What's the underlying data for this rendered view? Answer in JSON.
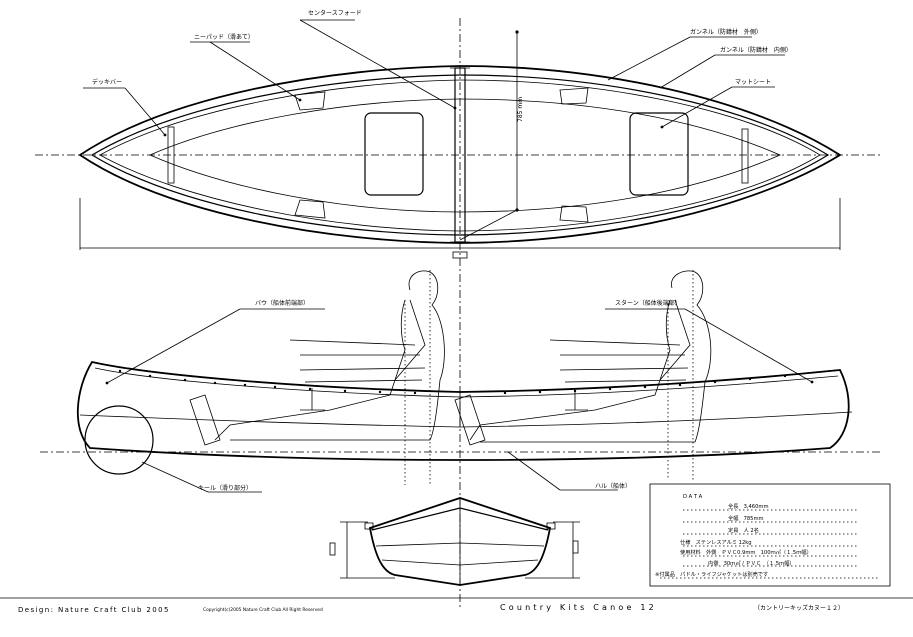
{
  "plan_view": {
    "labels": {
      "center_thwart": "センタースフォード",
      "knee_pad": "ニーパッド（滑あて）",
      "deck_bar": "デッキバー",
      "gunwale_outer": "ガンネル（防錆材　外側）",
      "gunwale_inner": "ガンネル（防錆材　内側）",
      "mat_sheet": "マットシート"
    },
    "beam_dimension": "785 mm"
  },
  "profile_view": {
    "labels": {
      "bow": "バウ（船体前端部）",
      "stern": "スターン（船体後端部）",
      "keel": "キール（滑り部分）",
      "hull": "ハル（船体）"
    }
  },
  "data_table": {
    "heading": "D A T A",
    "rows": [
      "全長　3,460mm",
      "全幅　785mm",
      "定員　人 2名",
      "仕様　ステンレスアルミ 12kg",
      "使用材料　外側　ＰＶＣ0.9mm　100ｍ㎡（１.5ｍ幅）",
      "内側　30ｍ㎡ / ＰＶＣ　（１.5ｍ幅）",
      "※付属品　パドル・ライフジャケットは別売です"
    ]
  },
  "footer": {
    "design_credit": "Design:  Nature  Craft  Club  2005",
    "copyright": "Copyright(c)2005 Nature Craft Club All Right Reserved",
    "title": "Country  Kits  Canoe  12",
    "subtitle": "（カントリーキッズカヌー１２）"
  },
  "colors": {
    "ink": "#000000",
    "paper": "#ffffff"
  }
}
